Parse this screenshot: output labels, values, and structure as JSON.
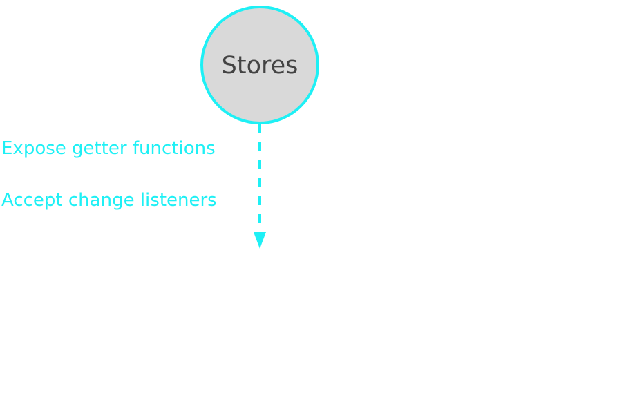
{
  "diagram": {
    "node": {
      "label": "Stores"
    },
    "edge": {
      "label_1": "Expose getter functions",
      "label_2": "Accept change listeners",
      "style": "dashed"
    },
    "colors": {
      "accent": "#1ef0f5",
      "node_fill": "#d9d9d9",
      "node_text": "#434343",
      "background": "#ffffff"
    }
  }
}
